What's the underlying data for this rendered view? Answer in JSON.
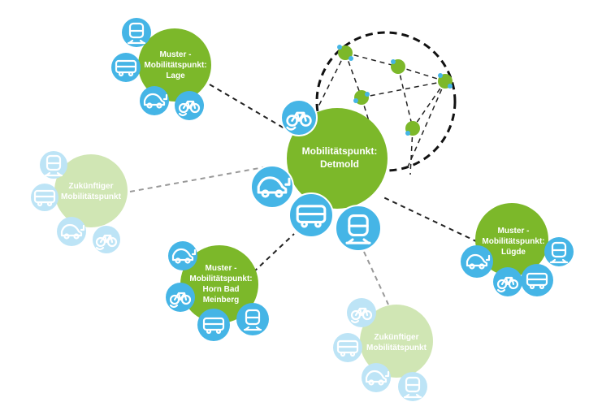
{
  "hub": {
    "line1": "Mobilitätspunkt:",
    "line2": "Detmold"
  },
  "lage": {
    "line1": "Muster -",
    "line2": "Mobilitätspunkt:",
    "line3": "Lage"
  },
  "luegde": {
    "line1": "Muster -",
    "line2": "Mobilitätspunkt:",
    "line3": "Lügde"
  },
  "horn": {
    "line1": "Muster -",
    "line2": "Mobilitätspunkt:",
    "line3": "Horn Bad",
    "line4": "Meinberg"
  },
  "future_left": {
    "line1": "Zukünftiger",
    "line2": "Mobilitätspunkt"
  },
  "future_bottom": {
    "line1": "Zukünftiger",
    "line2": "Mobilitätspunkt"
  },
  "colors": {
    "green": "#7cb82a",
    "blue": "#45b5e6"
  }
}
